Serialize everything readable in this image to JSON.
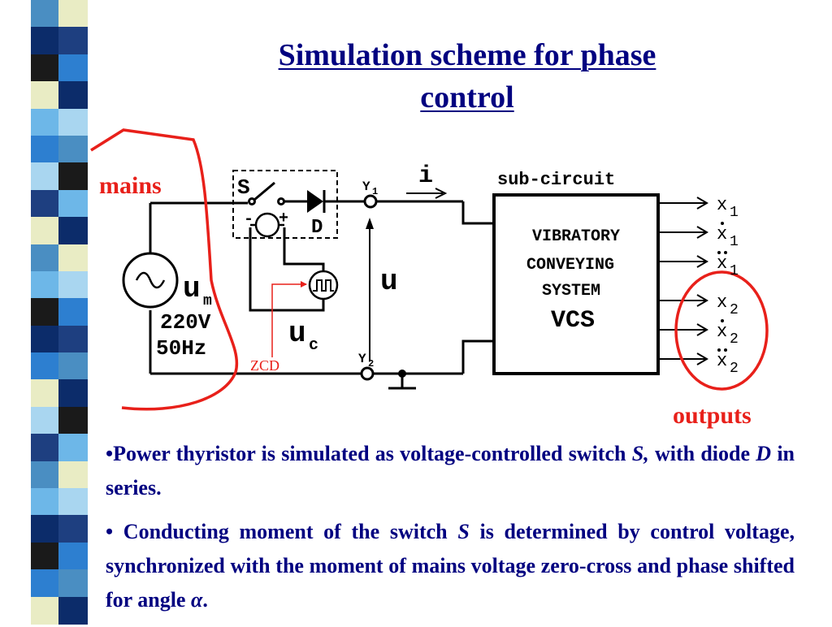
{
  "title": {
    "line1": "Simulation scheme for phase",
    "line2": "control"
  },
  "colors": {
    "stripe_colors": [
      "#4a8ec2",
      "#1e3f80",
      "#1a1a1a",
      "#e9ecc4",
      "#6db7e8",
      "#2d7fd0",
      "#0c2c6a",
      "#a9d6f0"
    ],
    "text": "#000080",
    "annotation": "#e8201a",
    "circuit": "#000000"
  },
  "annotations": {
    "mains": "mains",
    "outputs": "outputs",
    "zcd": "ZCD"
  },
  "circuit": {
    "switch_label": "S",
    "diode_label": "D",
    "plus": "+",
    "minus": "-",
    "y1_base": "Y",
    "y1_sub": "1",
    "y2_base": "Y",
    "y2_sub": "2",
    "current_label": "i",
    "voltage_label": "u",
    "source_symbol": "u",
    "source_sub": "m",
    "source_voltage": "220V",
    "source_freq": "50Hz",
    "control_base": "u",
    "control_sub": "c",
    "subcircuit_label": "sub-circuit",
    "vcs_line1": "VIBRATORY",
    "vcs_line2": "CONVEYING",
    "vcs_line3": "SYSTEM",
    "vcs_line4": "VCS",
    "outputs": [
      {
        "base": "x",
        "sub": "1",
        "dots": 0
      },
      {
        "base": "x",
        "sub": "1",
        "dots": 1
      },
      {
        "base": "x",
        "sub": "1",
        "dots": 2
      },
      {
        "base": "x",
        "sub": "2",
        "dots": 0
      },
      {
        "base": "x",
        "sub": "2",
        "dots": 1
      },
      {
        "base": "x",
        "sub": "2",
        "dots": 2
      }
    ]
  },
  "bullets": {
    "b1": {
      "prefix": "•Power thyristor is simulated as voltage-controlled switch ",
      "italic1": "S,",
      "mid": " with diode ",
      "italic2": "D",
      "suffix": " in series."
    },
    "b2": {
      "prefix": "• Conducting moment of the switch ",
      "italic1": "S",
      "suffix": " is determined by control voltage, synchronized with the moment of mains voltage zero-cross and phase shifted for angle ",
      "alpha": "α",
      "end": "."
    }
  }
}
